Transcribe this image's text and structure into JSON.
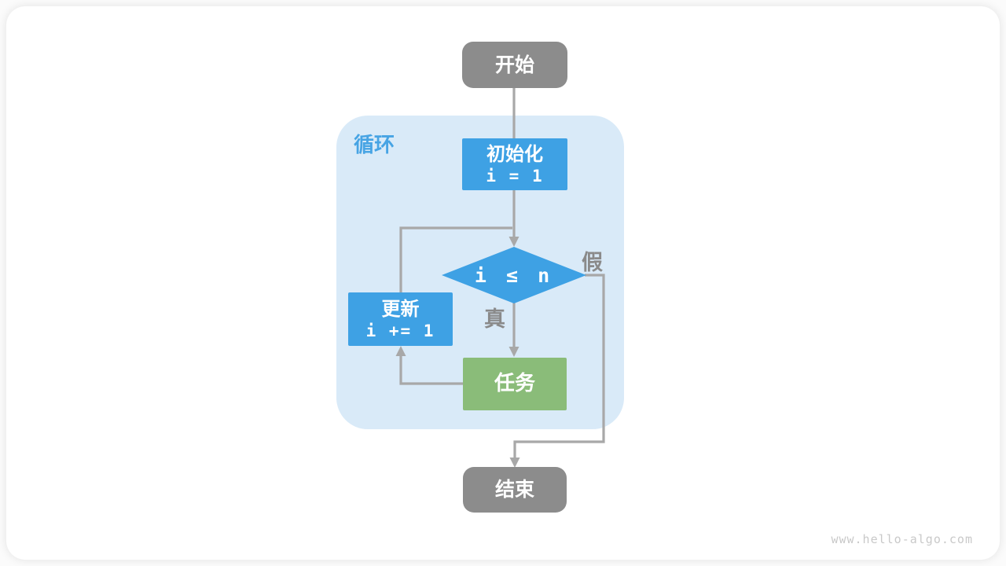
{
  "theme": {
    "page-bg": "#fbfbfb",
    "card-bg": "#ffffff",
    "gray": "#8c8c8c",
    "blue": "#3ea1e4",
    "green": "#8abc79",
    "region-bg": "#d9eaf8",
    "label-blue": "#47a4e4",
    "label-gray": "#8a8a8a",
    "arrow": "#a8a8a8",
    "watermark": "#c9c9c9"
  },
  "diagram": {
    "region_label": "循环",
    "nodes": {
      "start": {
        "label": "开始"
      },
      "init": {
        "label": "初始化",
        "code": "i = 1"
      },
      "cond": {
        "code": "i ≤ n"
      },
      "update": {
        "label": "更新",
        "code": "i += 1"
      },
      "task": {
        "label": "任务"
      },
      "end": {
        "label": "结束"
      }
    },
    "edge_labels": {
      "false": "假",
      "true": "真"
    }
  },
  "footer": {
    "watermark": "www.hello-algo.com"
  }
}
